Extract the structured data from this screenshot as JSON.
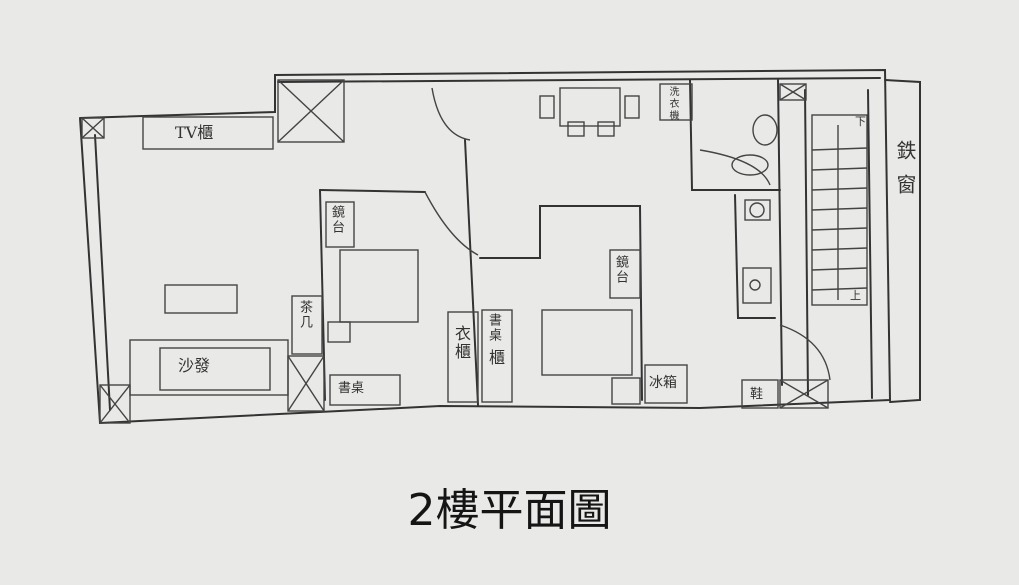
{
  "title": "2樓平面圖",
  "labels": {
    "tv_cabinet": "TV櫃",
    "vanity_1": "鏡台",
    "vanity_2": "鏡台",
    "sofa": "沙發",
    "coffee_table": "茶几",
    "desk": "書桌",
    "wardrobe": "衣櫃",
    "desk_2": "書桌",
    "bookcase": "櫃",
    "fridge": "冰箱",
    "shoes": "鞋",
    "washer": "洗衣機",
    "iron_window": "鉄窗",
    "stairs_up": "上",
    "stairs_down": "下"
  }
}
